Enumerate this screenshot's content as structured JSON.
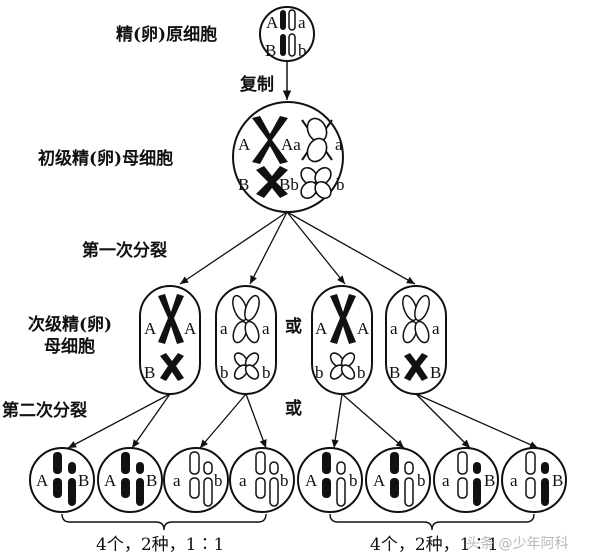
{
  "labels": {
    "primordial": "精(卵)原细胞",
    "replication": "复制",
    "primary": "初级精(卵)母细胞",
    "meiosis1": "第一次分裂",
    "secondary_line1": "次级精(卵)",
    "secondary_line2": "母细胞",
    "meiosis2": "第二次分裂",
    "or1": "或",
    "or2": "或",
    "summary_left": "4个，2种，1∶1",
    "summary_right": "4个，2种，1∶1",
    "watermark": "头条 @少年阿科"
  },
  "genes": {
    "A": "A",
    "a": "a",
    "B": "B",
    "b": "b",
    "Aa": "Aa",
    "Bb": "Bb"
  },
  "colors": {
    "ink": "#111111",
    "fill_dark": "#111111",
    "fill_light": "#ffffff"
  }
}
